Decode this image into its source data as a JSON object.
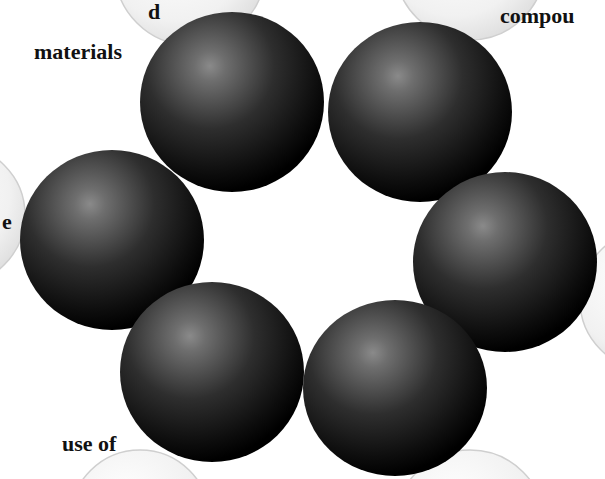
{
  "diagram": {
    "labels": [
      "d",
      "materials",
      "compou",
      "e",
      "use of"
    ]
  }
}
